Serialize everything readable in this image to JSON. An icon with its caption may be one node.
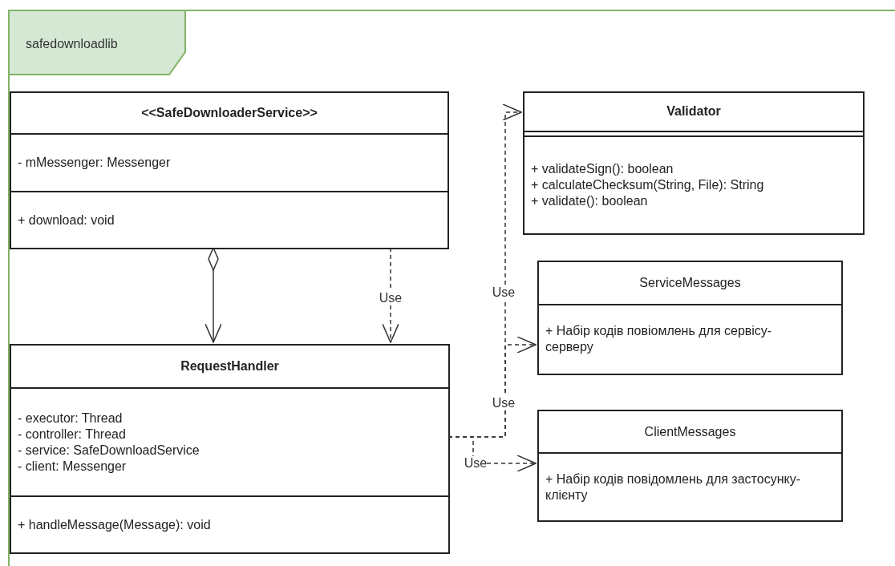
{
  "diagram": {
    "nodes": [
      {
        "text": [
          "safedownloadlib"
        ]
      },
      {
        "text": [
          "<<SafeDownloaderService>>",
          "- mMessenger: Messenger",
          "+ download: void"
        ],
        "in": 0
      },
      {
        "text": [
          "Validator",
          "+ validateSign(): boolean",
          "+ calculateChecksum(String, File): String",
          "+ validate(): boolean"
        ],
        "in": 0
      },
      {
        "text": [
          "ServiceMessages",
          "+ Набір кодів повіомлень для сервісу-серверу"
        ],
        "in": 0
      },
      {
        "text": [
          "RequestHandler",
          "- executor: Thread",
          "- controller: Thread",
          "- service: SafeDownloadService",
          "- client: Messenger",
          "+ handleMessage(Message): void"
        ],
        "in": 0
      },
      {
        "text": [
          "ClientMessages",
          "+ Набір кодів повідомлень для застосунку-клієнту"
        ],
        "in": 0
      }
    ],
    "edges": [
      {
        "from": 1,
        "to": 4,
        "arrow": "to"
      },
      {
        "from": 1,
        "to": 4,
        "arrow": "to",
        "label": "Use",
        "style": "dashed"
      },
      {
        "from": 4,
        "to": 2,
        "arrow": "to",
        "label": "Use",
        "style": "dashed"
      },
      {
        "from": 4,
        "to": 3,
        "arrow": "to",
        "label": "Use",
        "style": "dashed"
      },
      {
        "from": 4,
        "to": 5,
        "arrow": "to",
        "label": "Use",
        "style": "dashed"
      }
    ]
  }
}
